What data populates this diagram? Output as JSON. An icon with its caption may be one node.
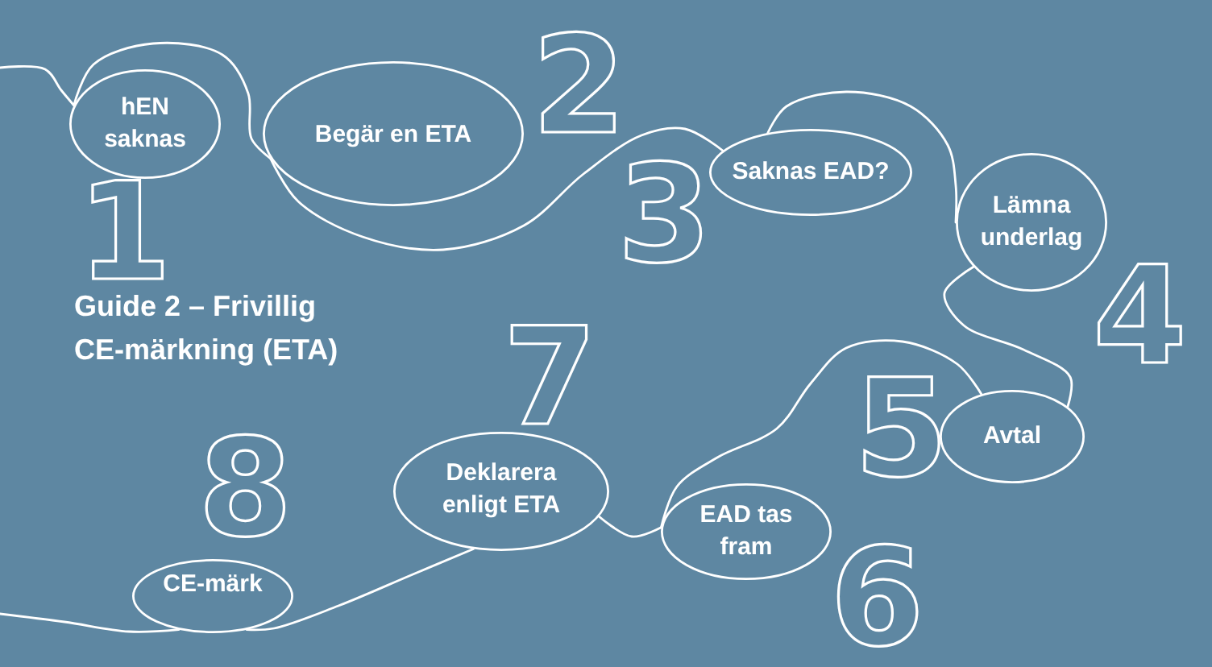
{
  "diagram": {
    "title": "Guide 2 – Frivillig CE-märkning (ETA)",
    "nodes": [
      {
        "text": [
          "hEN saknas"
        ],
        "beside": [
          "1"
        ]
      },
      {
        "text": [
          "Begär en ETA"
        ],
        "beside": [
          "2"
        ]
      },
      {
        "text": [
          "Saknas EAD?"
        ],
        "beside": [
          "3"
        ]
      },
      {
        "text": [
          "Lämna underlag"
        ],
        "beside": [
          "4"
        ]
      },
      {
        "text": [
          "Avtal"
        ],
        "beside": [
          "5"
        ]
      },
      {
        "text": [
          "EAD tas fram"
        ],
        "beside": [
          "6"
        ]
      },
      {
        "text": [
          "Deklarera enligt ETA"
        ],
        "beside": [
          "7"
        ]
      },
      {
        "text": [
          "CE-märk"
        ],
        "beside": [
          "8"
        ]
      }
    ],
    "edges": [
      {
        "from": null,
        "to": 0,
        "arrow": "none"
      },
      {
        "from": 0,
        "to": 1,
        "arrow": "none"
      },
      {
        "from": 1,
        "to": 2,
        "arrow": "none"
      },
      {
        "from": 2,
        "to": 3,
        "arrow": "none"
      },
      {
        "from": 3,
        "to": 4,
        "arrow": "none"
      },
      {
        "from": 4,
        "to": 5,
        "arrow": "none"
      },
      {
        "from": 5,
        "to": 6,
        "arrow": "none"
      },
      {
        "from": 6,
        "to": 7,
        "arrow": "none"
      },
      {
        "from": 7,
        "to": null,
        "arrow": "none"
      }
    ]
  }
}
